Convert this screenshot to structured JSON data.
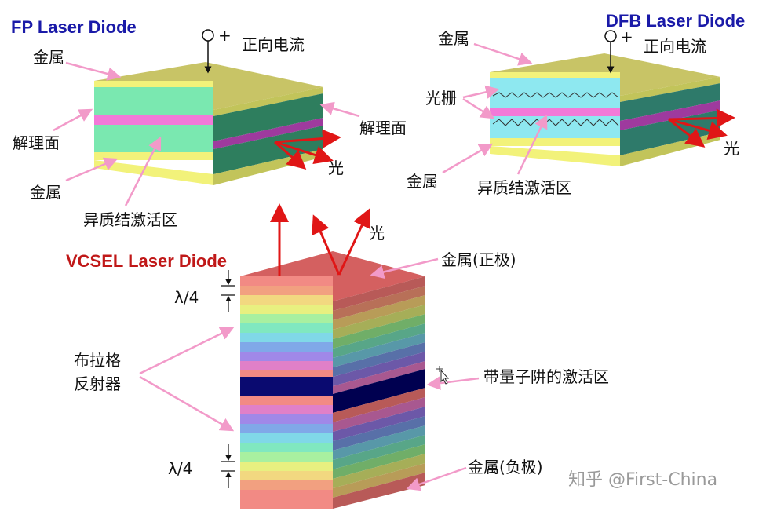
{
  "fp": {
    "title": "FP Laser Diode",
    "label_metal_top": "金属",
    "label_current": "正向电流",
    "label_plus": "+",
    "label_cleave_left": "解理面",
    "label_cleave_right": "解理面",
    "label_light": "光",
    "label_metal_bottom": "金属",
    "label_active": "异质结激活区"
  },
  "dfb": {
    "title": "DFB Laser Diode",
    "label_metal_top": "金属",
    "label_current": "正向电流",
    "label_plus": "+",
    "label_grating": "光栅",
    "label_light": "光",
    "label_metal_bottom": "金属",
    "label_active": "异质结激活区"
  },
  "vcsel": {
    "title": "VCSEL Laser Diode",
    "label_light": "光",
    "label_metal_top": "金属(正极)",
    "label_lambda_top": "λ/4",
    "label_dbr_line1": "布拉格",
    "label_dbr_line2": "反射器",
    "label_active": "带量子阱的激活区",
    "label_lambda_bottom": "λ/4",
    "label_metal_bottom": "金属(负极)"
  },
  "watermark": "知乎 @First-China",
  "colors": {
    "title_blue": "#1a1aa8",
    "title_red": "#c01818",
    "pointer_pink": "#f29ac9",
    "light_red": "#e01616",
    "metal_olive": "#c8c466",
    "cladding_green": "#7ae8b0",
    "active_pink": "#f27ad8",
    "vcsel_top": "#d46060"
  }
}
